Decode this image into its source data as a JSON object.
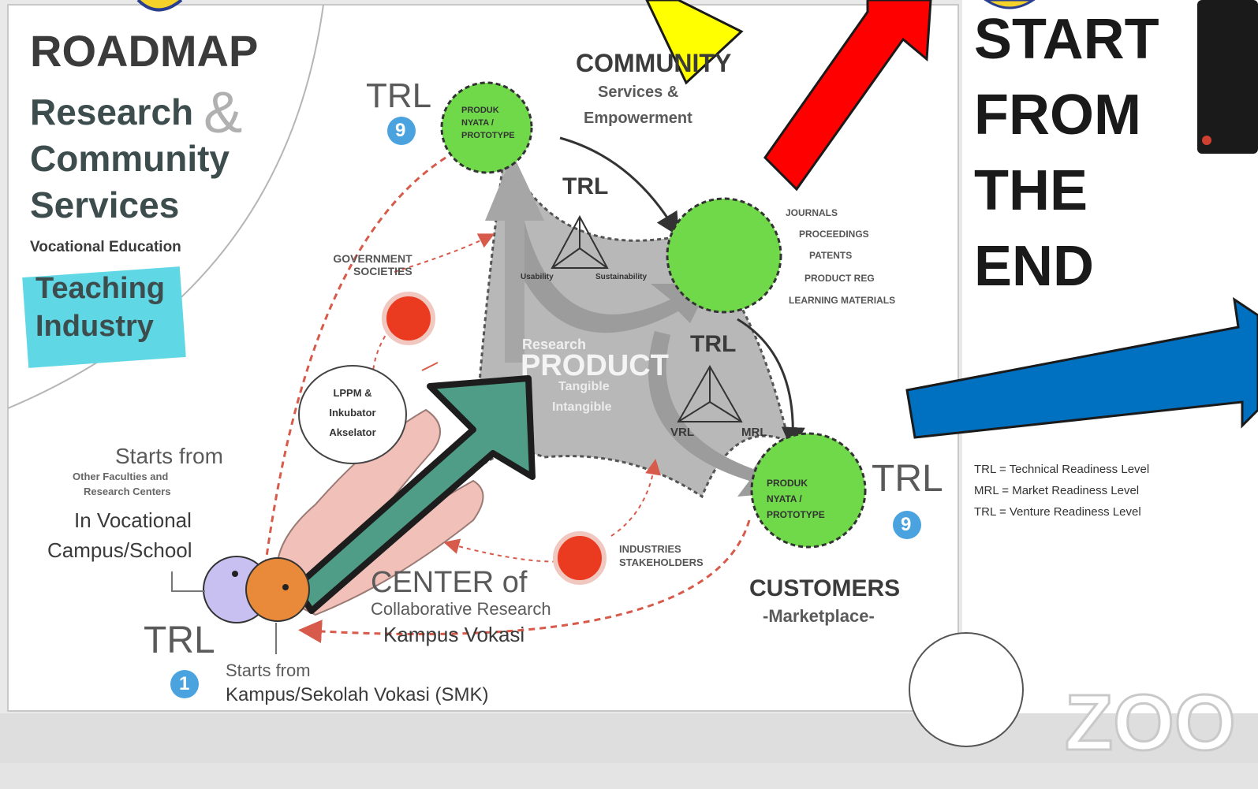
{
  "left_title": {
    "roadmap": "ROADMAP",
    "research": "Research",
    "ampersand": "&",
    "community": "Community",
    "services": "Services",
    "vocational": "Vocational Education",
    "teaching": "Teaching",
    "industry": "Industry"
  },
  "trl_labels": {
    "top_left": "TRL",
    "top_left_num": "9",
    "right": "TRL",
    "right_num": "9",
    "bottom_left": "TRL",
    "bottom_left_num": "1",
    "upper_center": "TRL",
    "lower_center": "TRL"
  },
  "nodes": {
    "top": {
      "lines": [
        "PRODUK",
        "NYATA /",
        "PROTOTYPE"
      ]
    },
    "bottom": {
      "lines": [
        "PRODUK",
        "NYATA /",
        "PROTOTYPE"
      ]
    }
  },
  "community": {
    "title": "COMMUNITY",
    "line1": "Services &",
    "line2": "Empowerment"
  },
  "outputs": [
    "JOURNALS",
    "PROCEEDINGS",
    "PATENTS",
    "PRODUCT REG",
    "LEARNING MATERIALS"
  ],
  "triangle_labels": {
    "usability": "Usability",
    "sustainability": "Sustainability",
    "vrl": "VRL",
    "mrl": "MRL"
  },
  "government": {
    "line1": "GOVERNMENT",
    "line2": "SOCIETIES"
  },
  "industries": {
    "line1": "INDUSTRIES",
    "line2": "STAKEHOLDERS"
  },
  "research_product": {
    "research": "Research",
    "product": "PRODUCT",
    "tangible": "Tangible",
    "intangible": "Intangible"
  },
  "lppm": {
    "line1": "LPPM &",
    "line2": "Inkubator",
    "line3": "Akselator"
  },
  "starts_from": {
    "title": "Starts from",
    "sub1": "Other Faculties and",
    "sub2": "Research Centers",
    "line3": "In Vocational",
    "line4": "Campus/School"
  },
  "center": {
    "title": "CENTER of",
    "line2": "Collaborative Research",
    "line3": "Kampus Vokasi"
  },
  "customers": {
    "title": "CUSTOMERS",
    "sub": "-Marketplace-"
  },
  "bottom_start": {
    "line1": "Starts from",
    "line2": "Kampus/Sekolah Vokasi (SMK)"
  },
  "right_panel": {
    "headline": [
      "START",
      "FROM",
      "THE",
      "END"
    ],
    "legend": [
      "TRL = Technical Readiness Level",
      "MRL = Market Readiness Level",
      "TRL = Venture Readiness Level"
    ],
    "zoom_text": "ZOO"
  },
  "colors": {
    "green": "#6fd94a",
    "red": "#ea3a1f",
    "blue_circle": "#4aa3df",
    "orange": "#e98a3a",
    "lavender": "#c8c0f0",
    "pink": "#f1c0b8",
    "teal_arrow": "#4f9d86",
    "red_arrow": "#ff0000",
    "yellow_arrow": "#ffff00",
    "blue_arrow": "#0070c0"
  }
}
